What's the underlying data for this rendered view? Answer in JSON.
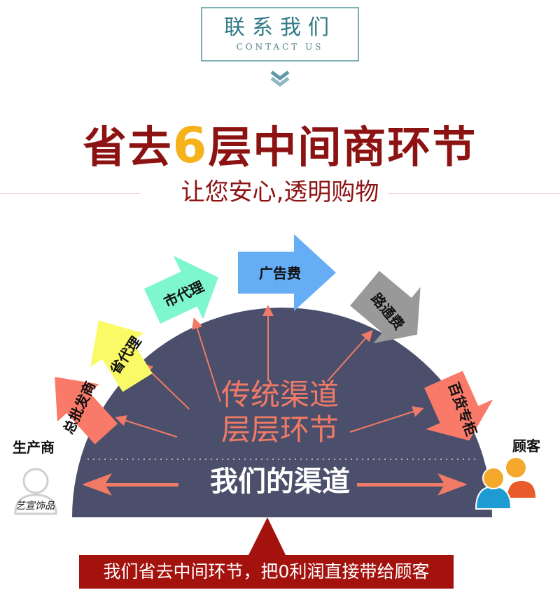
{
  "header": {
    "title": "联系我们",
    "subtitle": "CONTACT US",
    "chevron_icon": "double-chevron-down"
  },
  "headline": {
    "part1": "省去",
    "number": "6",
    "part2": "层中间商环节",
    "subline": "让您安心,透明购物"
  },
  "diagram": {
    "left_party": "生产商",
    "right_party": "顾客",
    "watermark": "艺宣饰品",
    "traditional_channel": [
      "传统渠道",
      "层层环节"
    ],
    "our_channel": "我们的渠道",
    "intermediaries": [
      {
        "label": "总批发商",
        "color": "#fa7a6a"
      },
      {
        "label": "省代理",
        "color": "#fafa66"
      },
      {
        "label": "市代理",
        "color": "#7ef7cf"
      },
      {
        "label": "广告费",
        "color": "#65aef5"
      },
      {
        "label": "路通费",
        "color": "#999999"
      },
      {
        "label": "百货专柜",
        "color": "#fa7a6a"
      }
    ],
    "colors": {
      "semicircle": "#4b4f6b",
      "arrow_lines": "#f07a66"
    }
  },
  "banner": {
    "text": "我们省去中间环节，把0利润直接带给顾客",
    "color": "#a4120e"
  }
}
